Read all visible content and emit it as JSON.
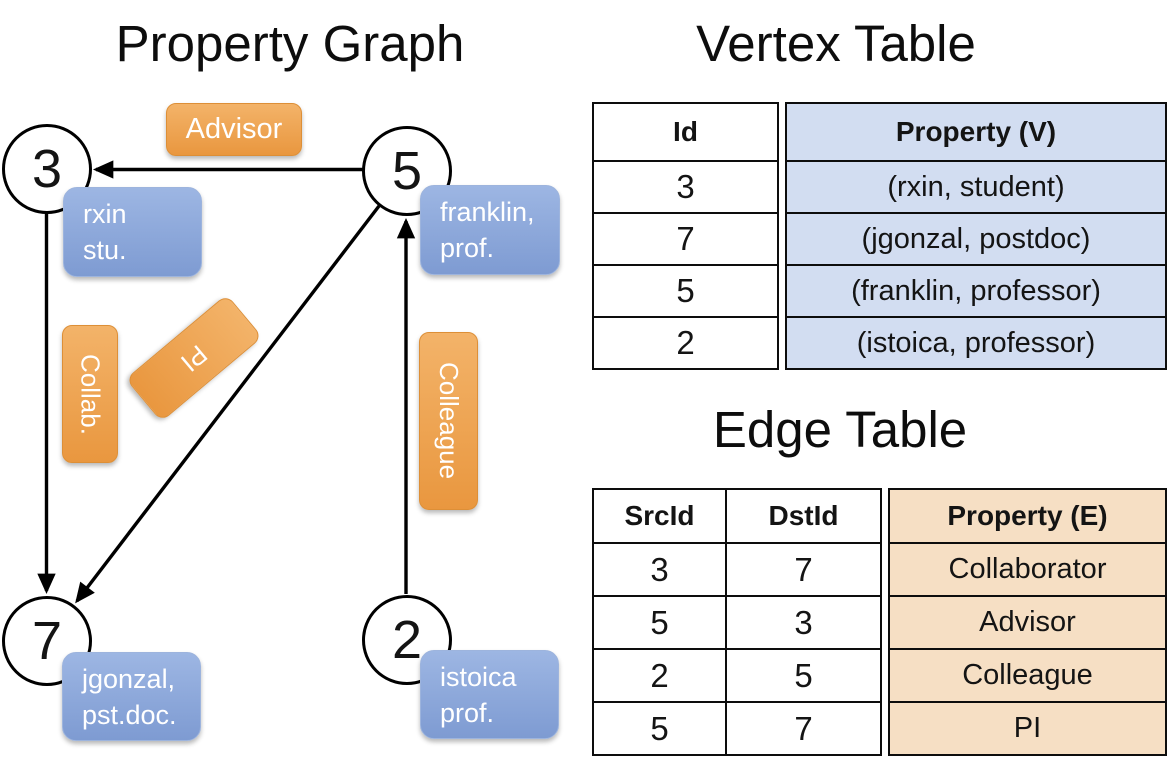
{
  "graph": {
    "title": "Property Graph",
    "nodes": [
      {
        "id": "3",
        "property_line1": "rxin",
        "property_line2": "stu."
      },
      {
        "id": "5",
        "property_line1": "franklin,",
        "property_line2": "prof."
      },
      {
        "id": "7",
        "property_line1": "jgonzal,",
        "property_line2": "pst.doc."
      },
      {
        "id": "2",
        "property_line1": "istoica",
        "property_line2": "prof."
      }
    ],
    "edge_labels": {
      "advisor": "Advisor",
      "collab": "Collab.",
      "pi": "PI",
      "colleague": "Colleague"
    },
    "edges": [
      {
        "from": "5",
        "to": "3",
        "label": "Advisor"
      },
      {
        "from": "3",
        "to": "7",
        "label": "Collab."
      },
      {
        "from": "5",
        "to": "7",
        "label": "PI"
      },
      {
        "from": "2",
        "to": "5",
        "label": "Colleague"
      }
    ]
  },
  "vertex_table": {
    "title": "Vertex Table",
    "columns": [
      "Id",
      "Property (V)"
    ],
    "rows": [
      [
        "3",
        "(rxin, student)"
      ],
      [
        "7",
        "(jgonzal, postdoc)"
      ],
      [
        "5",
        "(franklin, professor)"
      ],
      [
        "2",
        "(istoica, professor)"
      ]
    ]
  },
  "edge_table": {
    "title": "Edge Table",
    "columns": [
      "SrcId",
      "DstId",
      "Property (E)"
    ],
    "rows": [
      [
        "3",
        "7",
        "Collaborator"
      ],
      [
        "5",
        "3",
        "Advisor"
      ],
      [
        "2",
        "5",
        "Colleague"
      ],
      [
        "5",
        "7",
        "PI"
      ]
    ]
  },
  "colors": {
    "edge_label_orange": "#e9973f",
    "vertex_label_blue": "#7e9bd2",
    "vertex_property_fill": "#d2ddf1",
    "edge_property_fill": "#f6dfc4",
    "line_color": "#000000",
    "text_on_boxes": "#ffffff"
  }
}
